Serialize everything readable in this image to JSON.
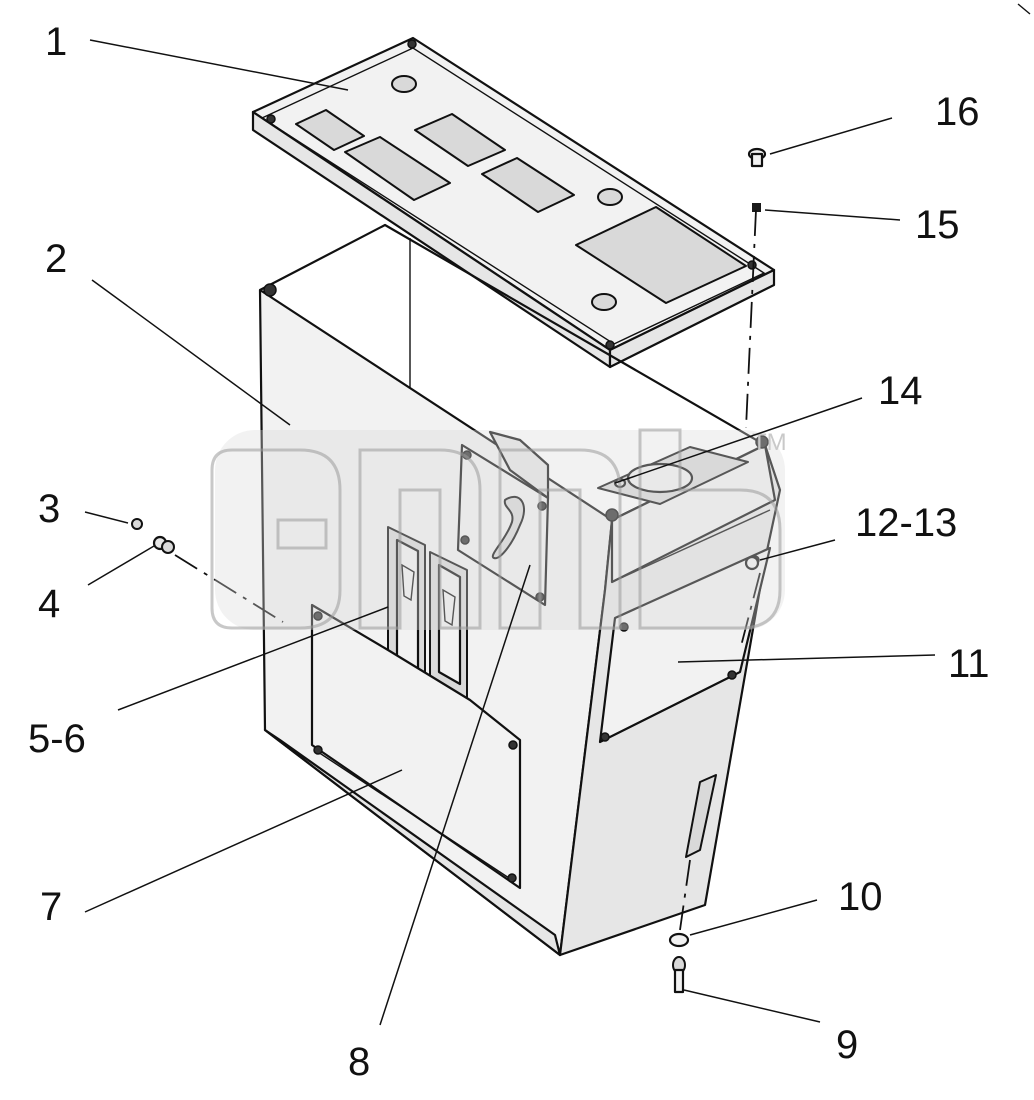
{
  "diagram": {
    "callouts": [
      {
        "id": "c1",
        "label": "1"
      },
      {
        "id": "c2",
        "label": "2"
      },
      {
        "id": "c3",
        "label": "3"
      },
      {
        "id": "c4",
        "label": "4"
      },
      {
        "id": "c5-6",
        "label": "5-6"
      },
      {
        "id": "c7",
        "label": "7"
      },
      {
        "id": "c8",
        "label": "8"
      },
      {
        "id": "c9",
        "label": "9"
      },
      {
        "id": "c10",
        "label": "10"
      },
      {
        "id": "c11",
        "label": "11"
      },
      {
        "id": "c12-13",
        "label": "12-13"
      },
      {
        "id": "c14",
        "label": "14"
      },
      {
        "id": "c15",
        "label": "15"
      },
      {
        "id": "c16",
        "label": "16"
      }
    ],
    "watermark": {
      "mark": "TM"
    }
  }
}
